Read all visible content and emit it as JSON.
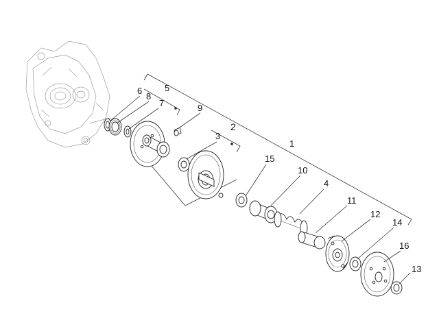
{
  "diagram": {
    "callouts": [
      {
        "id": "1",
        "label": "1"
      },
      {
        "id": "2",
        "label": "2"
      },
      {
        "id": "3",
        "label": "3"
      },
      {
        "id": "4",
        "label": "4"
      },
      {
        "id": "5",
        "label": "5"
      },
      {
        "id": "6",
        "label": "6"
      },
      {
        "id": "7",
        "label": "7"
      },
      {
        "id": "8",
        "label": "8"
      },
      {
        "id": "9",
        "label": "9"
      },
      {
        "id": "10",
        "label": "10"
      },
      {
        "id": "11",
        "label": "11"
      },
      {
        "id": "12",
        "label": "12"
      },
      {
        "id": "13",
        "label": "13"
      },
      {
        "id": "14",
        "label": "14"
      },
      {
        "id": "15",
        "label": "15"
      },
      {
        "id": "16",
        "label": "16"
      }
    ],
    "colors": {
      "ink": "#222222",
      "ghost": "#9a9a9a",
      "background": "#ffffff"
    }
  }
}
